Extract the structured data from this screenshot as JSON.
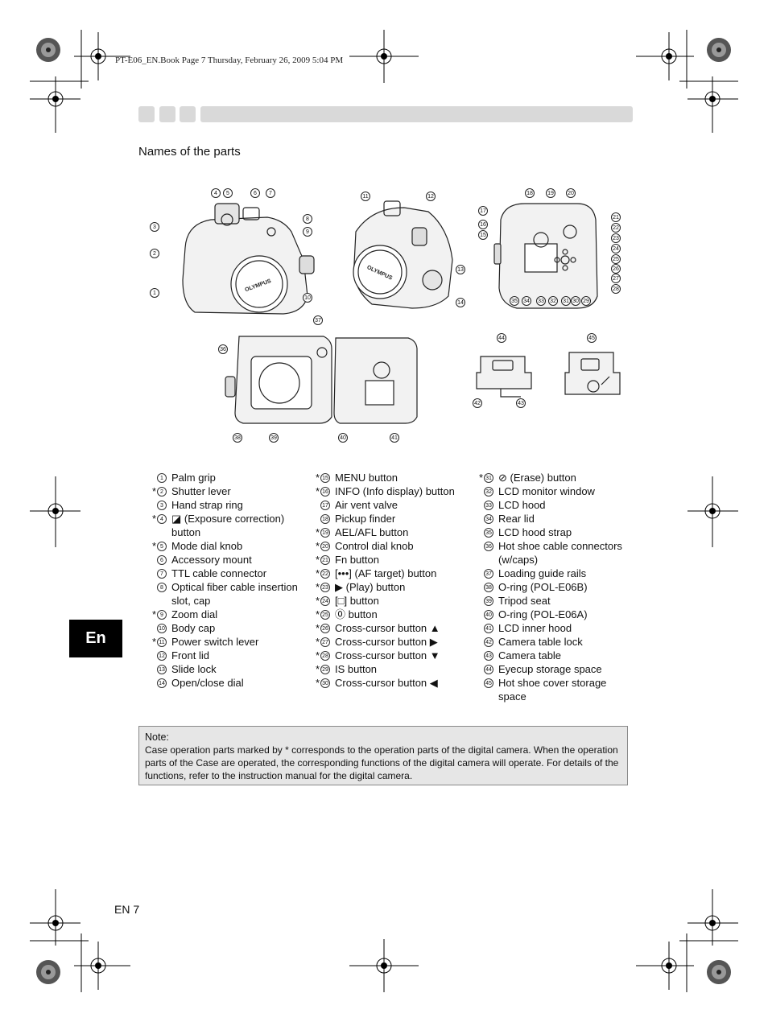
{
  "header": {
    "print_line": "PT-E06_EN.Book  Page 7  Thursday, February 26, 2009  5:04 PM"
  },
  "section_title": "Names of the parts",
  "columns": [
    [
      {
        "star": "",
        "num": "1",
        "text": "Palm grip"
      },
      {
        "star": "*",
        "num": "2",
        "text": "Shutter lever"
      },
      {
        "star": "",
        "num": "3",
        "text": "Hand strap ring"
      },
      {
        "star": "*",
        "num": "4",
        "text": "◪ (Exposure correction) button"
      },
      {
        "star": "*",
        "num": "5",
        "text": "Mode dial knob"
      },
      {
        "star": "",
        "num": "6",
        "text": "Accessory mount"
      },
      {
        "star": "",
        "num": "7",
        "text": "TTL cable connector"
      },
      {
        "star": "",
        "num": "8",
        "text": "Optical fiber cable insertion slot, cap"
      },
      {
        "star": "*",
        "num": "9",
        "text": "Zoom dial"
      },
      {
        "star": "",
        "num": "10",
        "text": "Body cap"
      },
      {
        "star": "*",
        "num": "11",
        "text": "Power switch lever"
      },
      {
        "star": "",
        "num": "12",
        "text": "Front lid"
      },
      {
        "star": "",
        "num": "13",
        "text": "Slide lock"
      },
      {
        "star": "",
        "num": "14",
        "text": "Open/close dial"
      }
    ],
    [
      {
        "star": "*",
        "num": "15",
        "text": "MENU button"
      },
      {
        "star": "*",
        "num": "16",
        "text": "INFO (Info display) button"
      },
      {
        "star": "",
        "num": "17",
        "text": "Air vent valve"
      },
      {
        "star": "",
        "num": "18",
        "text": "Pickup finder"
      },
      {
        "star": "*",
        "num": "19",
        "text": "AEL/AFL button"
      },
      {
        "star": "*",
        "num": "20",
        "text": "Control dial knob"
      },
      {
        "star": "*",
        "num": "21",
        "text": "Fn button"
      },
      {
        "star": "*",
        "num": "22",
        "text": "[•••] (AF target) button"
      },
      {
        "star": "*",
        "num": "23",
        "text": "▶ (Play) button"
      },
      {
        "star": "*",
        "num": "24",
        "text": "[□] button"
      },
      {
        "star": "*",
        "num": "25",
        "text": "⓪ button"
      },
      {
        "star": "*",
        "num": "26",
        "text": "Cross-cursor button ▲"
      },
      {
        "star": "*",
        "num": "27",
        "text": "Cross-cursor button ▶"
      },
      {
        "star": "*",
        "num": "28",
        "text": "Cross-cursor button ▼"
      },
      {
        "star": "*",
        "num": "29",
        "text": "IS button"
      },
      {
        "star": "*",
        "num": "30",
        "text": "Cross-cursor button ◀"
      }
    ],
    [
      {
        "star": "*",
        "num": "31",
        "text": "⊘ (Erase) button"
      },
      {
        "star": "",
        "num": "32",
        "text": "LCD monitor window"
      },
      {
        "star": "",
        "num": "33",
        "text": "LCD hood"
      },
      {
        "star": "",
        "num": "34",
        "text": "Rear lid"
      },
      {
        "star": "",
        "num": "35",
        "text": "LCD hood strap"
      },
      {
        "star": "",
        "num": "36",
        "text": "Hot shoe cable connectors (w/caps)"
      },
      {
        "star": "",
        "num": "37",
        "text": "Loading guide rails"
      },
      {
        "star": "",
        "num": "38",
        "text": "O-ring (POL-E06B)"
      },
      {
        "star": "",
        "num": "39",
        "text": "Tripod seat"
      },
      {
        "star": "",
        "num": "40",
        "text": "O-ring (POL-E06A)"
      },
      {
        "star": "",
        "num": "41",
        "text": "LCD inner hood"
      },
      {
        "star": "",
        "num": "42",
        "text": "Camera table lock"
      },
      {
        "star": "",
        "num": "43",
        "text": "Camera table"
      },
      {
        "star": "",
        "num": "44",
        "text": "Eyecup storage space"
      },
      {
        "star": "",
        "num": "45",
        "text": "Hot shoe cover storage space"
      }
    ]
  ],
  "note": {
    "title": "Note:",
    "body": "Case operation parts marked by * corresponds to the operation parts of the digital camera. When the operation parts of the Case are operated, the corresponding functions of the digital camera will operate. For details of the functions, refer to the instruction manual for the digital camera."
  },
  "side_tab": "En",
  "page_number": "EN 7",
  "illustration": {
    "lens_logo": "OLYMPUS",
    "callouts": [
      "1",
      "2",
      "3",
      "4",
      "5",
      "6",
      "7",
      "8",
      "9",
      "10",
      "11",
      "12",
      "13",
      "14",
      "15",
      "16",
      "17",
      "18",
      "19",
      "20",
      "21",
      "22",
      "23",
      "24",
      "25",
      "26",
      "27",
      "28",
      "29",
      "30",
      "31",
      "32",
      "33",
      "34",
      "35",
      "36",
      "37",
      "38",
      "39",
      "40",
      "41",
      "42",
      "43",
      "44",
      "45"
    ]
  }
}
